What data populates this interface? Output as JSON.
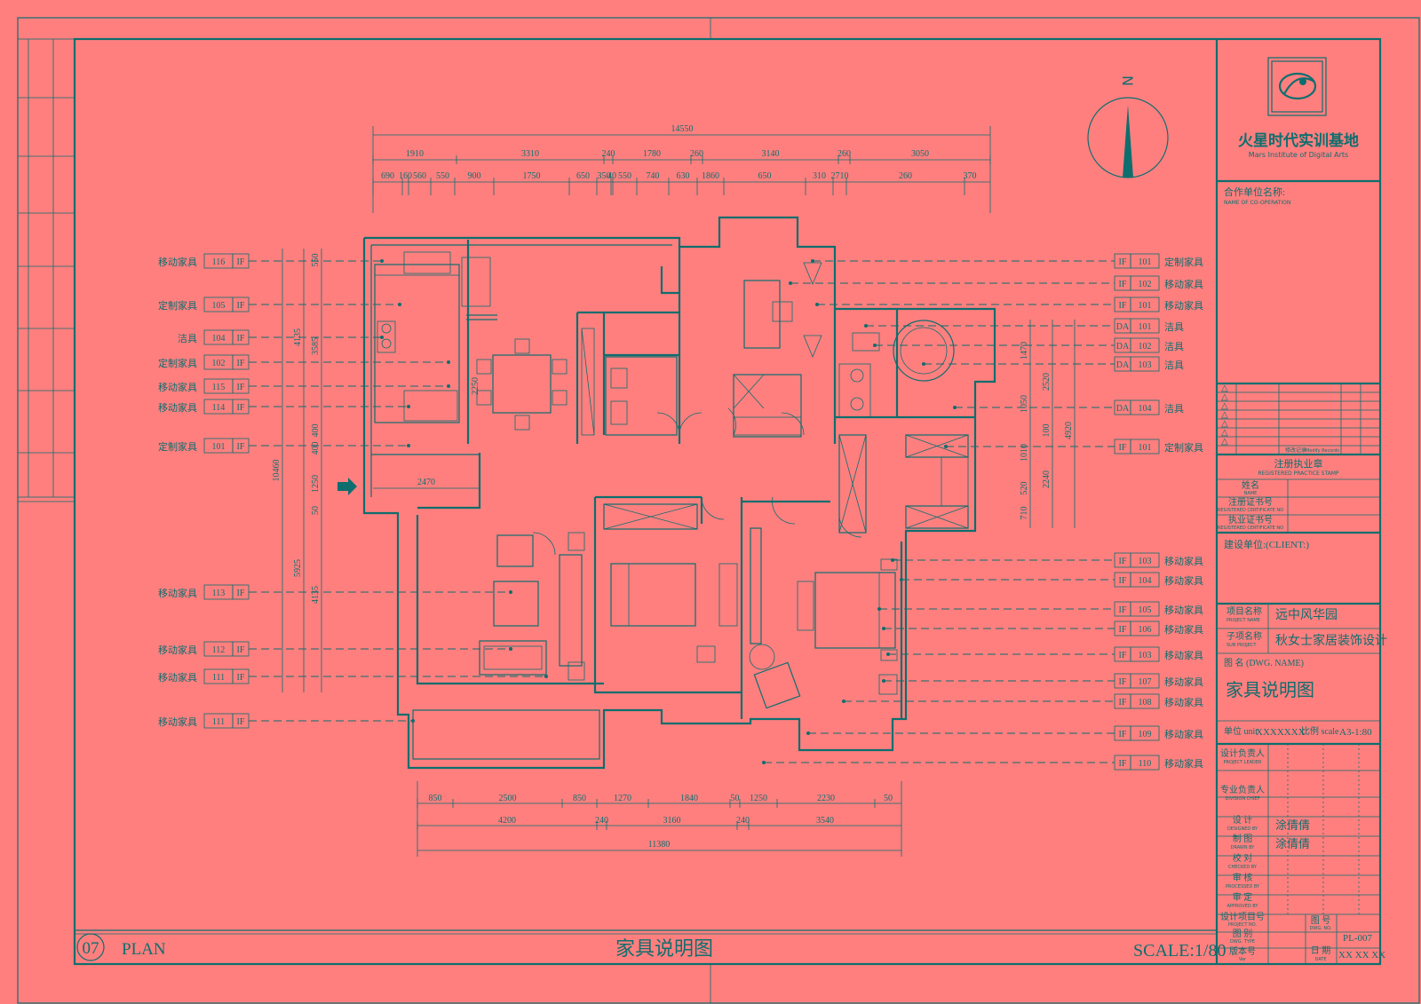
{
  "sheet": {
    "plan_number": "07",
    "plan_label": "PLAN",
    "bottom_title": "家具说明图",
    "scale": "SCALE:1/80",
    "north": "N"
  },
  "title_block": {
    "company_cn": "火星时代实训基地",
    "company_en": "Mars Institute of Digital Arts",
    "cooperation_cn": "合作单位名称:",
    "cooperation_en": "NAME OF CO-OPERATION",
    "seal_cn": "注册执业章",
    "seal_en": "REGISTERED PRACTICE STAMP",
    "name_cn": "姓名",
    "name_en": "NAME",
    "reg_no_cn": "注册证书号",
    "reg_no_en": "REGISTERED CERTIFICATE NO",
    "practice_no_cn": "执业证书号",
    "practice_no_en": "REGISTERED CERTIFICATE NO",
    "client": "建设单位:(CLIENT:)",
    "project_name_label": "项目名称",
    "project_name_en": "PROJECT NAME",
    "project_name": "远中风华园",
    "sub_project_label": "子项名称",
    "sub_project_en": "SUB PROJECT",
    "sub_project": "秋女士家居装饰设计",
    "drawing_name_label": "图 名 (DWG. NAME)",
    "drawing_name": "家具说明图",
    "unit_label": "单位 unit",
    "unit_value": "XXXXXXX",
    "scale_label": "比例 scale",
    "scale_value": "A3-1:80",
    "director_cn": "设计负责人",
    "director_en": "PROJECT LEADER",
    "discipline_cn": "专业负责人",
    "discipline_en": "DIVISION CHIEF",
    "designed_cn": "设 计",
    "designed_en": "DESIGNED BY",
    "designed_by": "涂倩倩",
    "drawn_cn": "制 图",
    "drawn_en": "DRAWN BY",
    "drawn_by": "涂倩倩",
    "checked_cn": "校 对",
    "checked_en": "CHECKED BY",
    "reviewed_cn": "审 核",
    "reviewed_en": "PROCESSED BY",
    "approved_cn": "审 定",
    "approved_en": "APPROVED BY",
    "project_no_cn": "设计项目号",
    "project_no_en": "PROJECT NO.",
    "type_cn": "图 别",
    "type_en": "DWG. TYPE",
    "dwg_no_cn": "图 号",
    "dwg_no_en": "DWG. NO.",
    "dwg_no": "PL-007",
    "version_cn": "版本号",
    "version_en": "Ver",
    "date_cn": "日 期",
    "date_en": "DATE",
    "date": "XX XX XX",
    "revision_mark": "修改记录",
    "revision_label": "Modify Records"
  },
  "dimensions": {
    "overall_top": "14550",
    "top_row1": [
      "1910",
      "3310",
      "240",
      "1780",
      "260",
      "3140",
      "260",
      "3050"
    ],
    "top_row2": [
      "690",
      "160",
      "560",
      "550",
      "900",
      "1750",
      "650",
      "350",
      "40",
      "550",
      "740",
      "630",
      "1860",
      "650",
      "310",
      "2710",
      "260",
      "370"
    ],
    "left_outer": "10460",
    "left_mid": [
      "4135",
      "5925"
    ],
    "left_inner": [
      "550",
      "3585",
      "400",
      "400",
      "1250",
      "50",
      "4135"
    ],
    "dining_dim": "2250",
    "entry_dim": "2470",
    "right_dims": [
      "1470",
      "2520",
      "1050",
      "4920",
      "100",
      "1010",
      "2240",
      "520",
      "710"
    ],
    "bottom_row1": [
      "850",
      "2500",
      "850",
      "1270",
      "1840",
      "50",
      "1250",
      "2230",
      "50"
    ],
    "bottom_row2": [
      "4200",
      "240",
      "3160",
      "240",
      "3540"
    ],
    "overall_bottom": "11380"
  },
  "left_tags": [
    {
      "label": "移动家具",
      "code": "116",
      "type": "IF"
    },
    {
      "label": "定制家具",
      "code": "105",
      "type": "IF"
    },
    {
      "label": "洁具",
      "code": "104",
      "type": "IF"
    },
    {
      "label": "定制家具",
      "code": "102",
      "type": "IF"
    },
    {
      "label": "移动家具",
      "code": "115",
      "type": "IF"
    },
    {
      "label": "移动家具",
      "code": "114",
      "type": "IF"
    },
    {
      "label": "定制家具",
      "code": "101",
      "type": "IF"
    },
    {
      "label": "移动家具",
      "code": "113",
      "type": "IF"
    },
    {
      "label": "移动家具",
      "code": "112",
      "type": "IF"
    },
    {
      "label": "移动家具",
      "code": "111",
      "type": "IF"
    },
    {
      "label": "移动家具",
      "code": "111",
      "type": "IF"
    }
  ],
  "right_tags": [
    {
      "type": "IF",
      "code": "101",
      "label": "定制家具"
    },
    {
      "type": "IF",
      "code": "102",
      "label": "移动家具"
    },
    {
      "type": "IF",
      "code": "101",
      "label": "移动家具"
    },
    {
      "type": "DA",
      "code": "101",
      "label": "洁具"
    },
    {
      "type": "DA",
      "code": "102",
      "label": "洁具"
    },
    {
      "type": "DA",
      "code": "103",
      "label": "洁具"
    },
    {
      "type": "DA",
      "code": "104",
      "label": "洁具"
    },
    {
      "type": "IF",
      "code": "101",
      "label": "定制家具"
    },
    {
      "type": "IF",
      "code": "103",
      "label": "移动家具"
    },
    {
      "type": "IF",
      "code": "104",
      "label": "移动家具"
    },
    {
      "type": "IF",
      "code": "105",
      "label": "移动家具"
    },
    {
      "type": "IF",
      "code": "106",
      "label": "移动家具"
    },
    {
      "type": "IF",
      "code": "103",
      "label": "移动家具"
    },
    {
      "type": "IF",
      "code": "107",
      "label": "移动家具"
    },
    {
      "type": "IF",
      "code": "108",
      "label": "移动家具"
    },
    {
      "type": "IF",
      "code": "109",
      "label": "移动家具"
    },
    {
      "type": "IF",
      "code": "110",
      "label": "移动家具"
    }
  ]
}
